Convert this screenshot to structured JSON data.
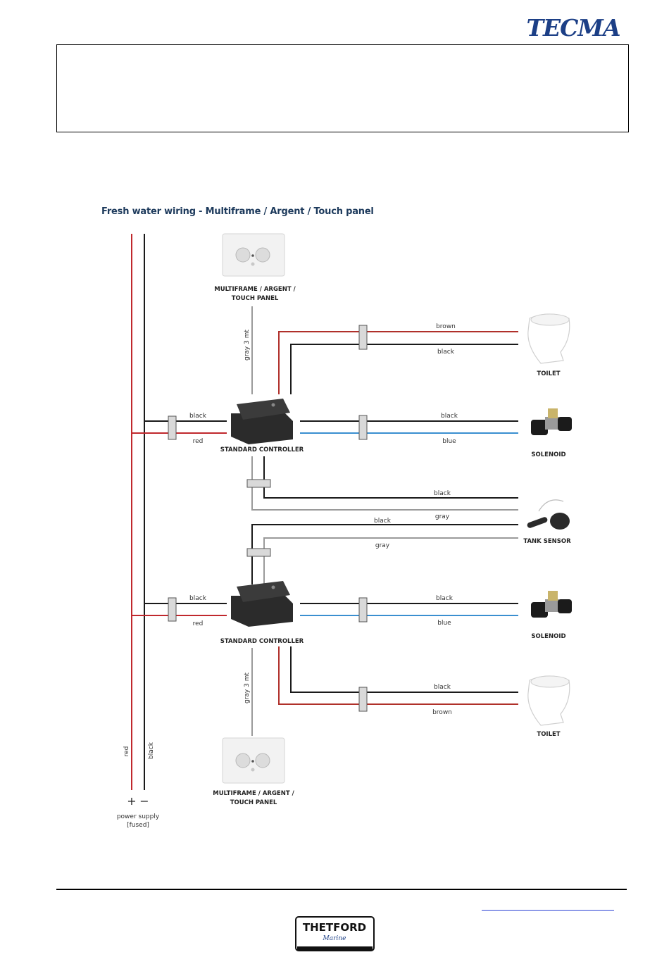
{
  "header": {
    "brand": "TECMA"
  },
  "diagram": {
    "title": "Fresh water wiring - Multiframe / Argent / Touch panel",
    "devices": {
      "panel_top": "MULTIFRAME / ARGENT / TOUCH PANEL",
      "panel_bottom": "MULTIFRAME / ARGENT / TOUCH PANEL",
      "controller_top": "STANDARD CONTROLLER",
      "controller_bottom": "STANDARD CONTROLLER",
      "toilet_top": "TOILET",
      "toilet_bottom": "TOILET",
      "solenoid_top": "SOLENOID",
      "solenoid_bottom": "SOLENOID",
      "tank_sensor": "TANK SENSOR"
    },
    "wires": {
      "supply_red": "red",
      "supply_black": "black",
      "ctrl1_in_black": "black",
      "ctrl1_in_red": "red",
      "ctrl2_in_black": "black",
      "ctrl2_in_red": "red",
      "toilet1_brown": "brown",
      "toilet1_black": "black",
      "sol1_black": "black",
      "sol1_blue": "blue",
      "tank1_black": "black",
      "tank1_gray": "gray",
      "tank2_black": "black",
      "tank2_gray": "gray",
      "sol2_black": "black",
      "sol2_blue": "blue",
      "toilet2_black": "black",
      "toilet2_brown": "brown",
      "panel_cable_top": "gray 3 mt",
      "panel_cable_bottom": "gray 3 mt"
    },
    "power": {
      "plus": "+",
      "minus": "−",
      "label_line1": "power supply",
      "label_line2": "[fused]"
    },
    "colors": {
      "red": "#c0282d",
      "black": "#1a1a1a",
      "blue": "#3a8fd0",
      "gray": "#9a9a9a",
      "brown": "#b0302a"
    }
  },
  "footer": {
    "logo_line1": "THETFORD",
    "logo_line2": "Marine"
  }
}
